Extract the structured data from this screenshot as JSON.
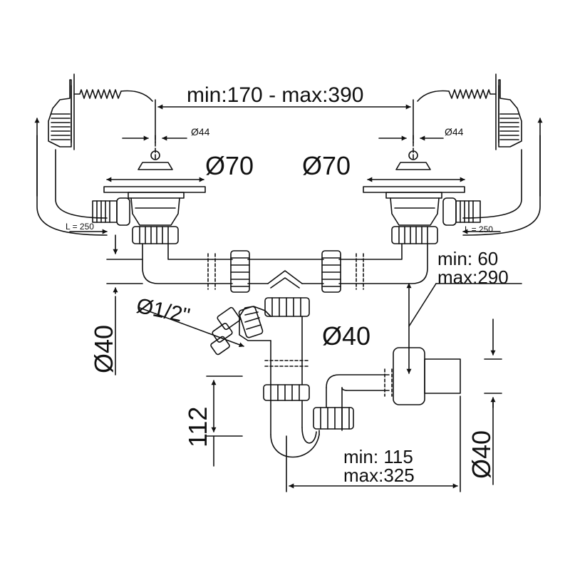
{
  "colors": {
    "ink": "#111111",
    "background": "#ffffff"
  },
  "dimensions": {
    "overall_width": "min:170 - max:390",
    "hole_left": "Ø44",
    "hole_right": "Ø44",
    "strainer_left": "Ø70",
    "strainer_right": "Ø70",
    "overflow_hose_left": "L = 250",
    "overflow_hose_right": "L = 250",
    "appliance_inlet": "Ø1/2\"",
    "branch_pipe": "Ø40",
    "left_pipe": "Ø40",
    "outlet_pipe": "Ø40",
    "trap_depth": "112",
    "height_min": "min:  60",
    "height_max": "max:290",
    "outlet_min": "min: 115",
    "outlet_max": "max:325"
  }
}
